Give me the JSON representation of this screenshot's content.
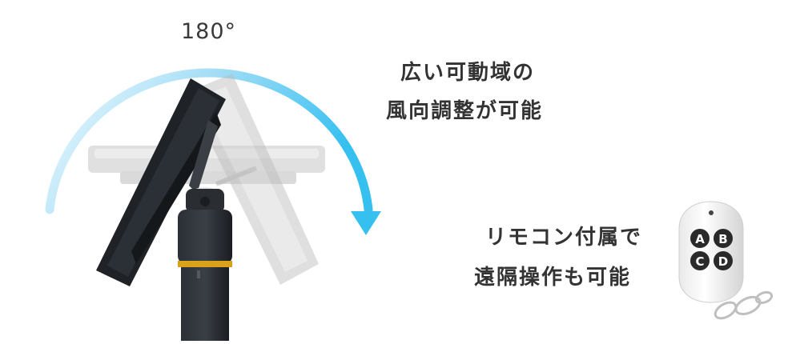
{
  "rotation": {
    "angle_label": "180°"
  },
  "feature_lines": [
    "広い可動域の",
    "風向調整が可能",
    "リモコン付属で",
    "遠隔操作も可能"
  ],
  "remote": {
    "buttons": [
      "A",
      "B",
      "C",
      "D"
    ]
  },
  "colors": {
    "arrow_light": "#e8f6fd",
    "arrow_dark": "#3cc3f0",
    "fan_body": "#1f2328",
    "accent_ring": "#d9a21b"
  }
}
